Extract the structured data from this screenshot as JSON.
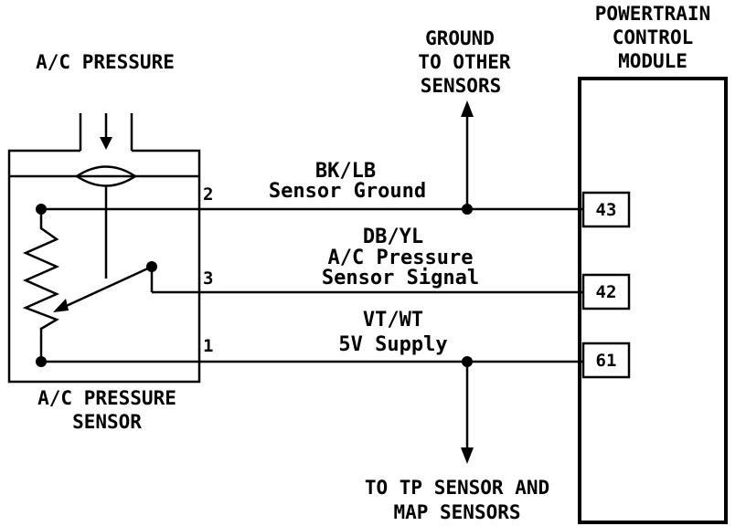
{
  "inputs": {
    "ac_pressure": "A/C PRESSURE"
  },
  "sensor": {
    "label_line1": "A/C PRESSURE",
    "label_line2": "SENSOR",
    "pin_sensor_ground": "2",
    "pin_signal": "3",
    "pin_supply": "1"
  },
  "ground_note": {
    "line1": "GROUND",
    "line2": "TO OTHER",
    "line3": "SENSORS"
  },
  "bottom_note": {
    "line1": "TO TP SENSOR AND",
    "line2": "MAP SENSORS"
  },
  "pcm": {
    "line1": "POWERTRAIN",
    "line2": "CONTROL",
    "line3": "MODULE",
    "terminal_ground": "43",
    "terminal_signal": "42",
    "terminal_supply": "61"
  },
  "wires": {
    "ground_color": "BK/LB",
    "ground_name": "Sensor Ground",
    "signal_color": "DB/YL",
    "signal_name_line1": "A/C Pressure",
    "signal_name_line2": "Sensor Signal",
    "supply_color": "VT/WT",
    "supply_name": "5V Supply"
  }
}
